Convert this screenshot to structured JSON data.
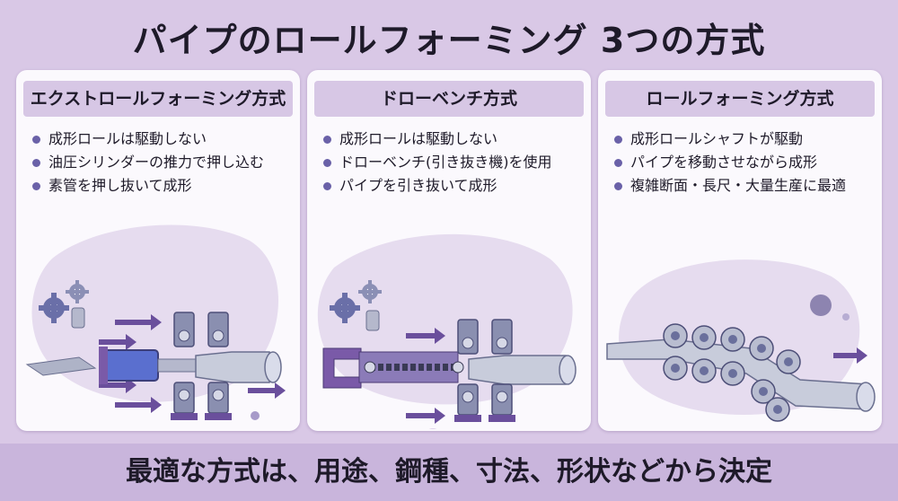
{
  "title": "パイプのロールフォーミング 3つの方式",
  "panels": [
    {
      "heading": "エクストロールフォーミング方式",
      "bullets": [
        "成形ロールは駆動しない",
        "油圧シリンダーの推力で押し込む",
        "素管を押し抜いて成形"
      ]
    },
    {
      "heading": "ドローベンチ方式",
      "bullets": [
        "成形ロールは駆動しない",
        "ドローベンチ(引き抜き機)を使用",
        "パイプを引き抜いて成形"
      ]
    },
    {
      "heading": "ロールフォーミング方式",
      "bullets": [
        "成形ロールシャフトが駆動",
        "パイプを移動させながら成形",
        "複雑断面・長尺・大量生産に最適"
      ]
    }
  ],
  "footer": "最適な方式は、用途、鋼種、寸法、形状などから決定",
  "icons": [
    "gear-icon",
    "arrow-right-icon",
    "bullet-dot-icon"
  ],
  "colors": {
    "background": "#d9c8e6",
    "panel": "#fbf9fd",
    "heading_band": "#d7c7e5",
    "accent_purple": "#6a4f9c",
    "steel": "#9aa0b8",
    "cylinder_blue": "#5a6fcf"
  }
}
